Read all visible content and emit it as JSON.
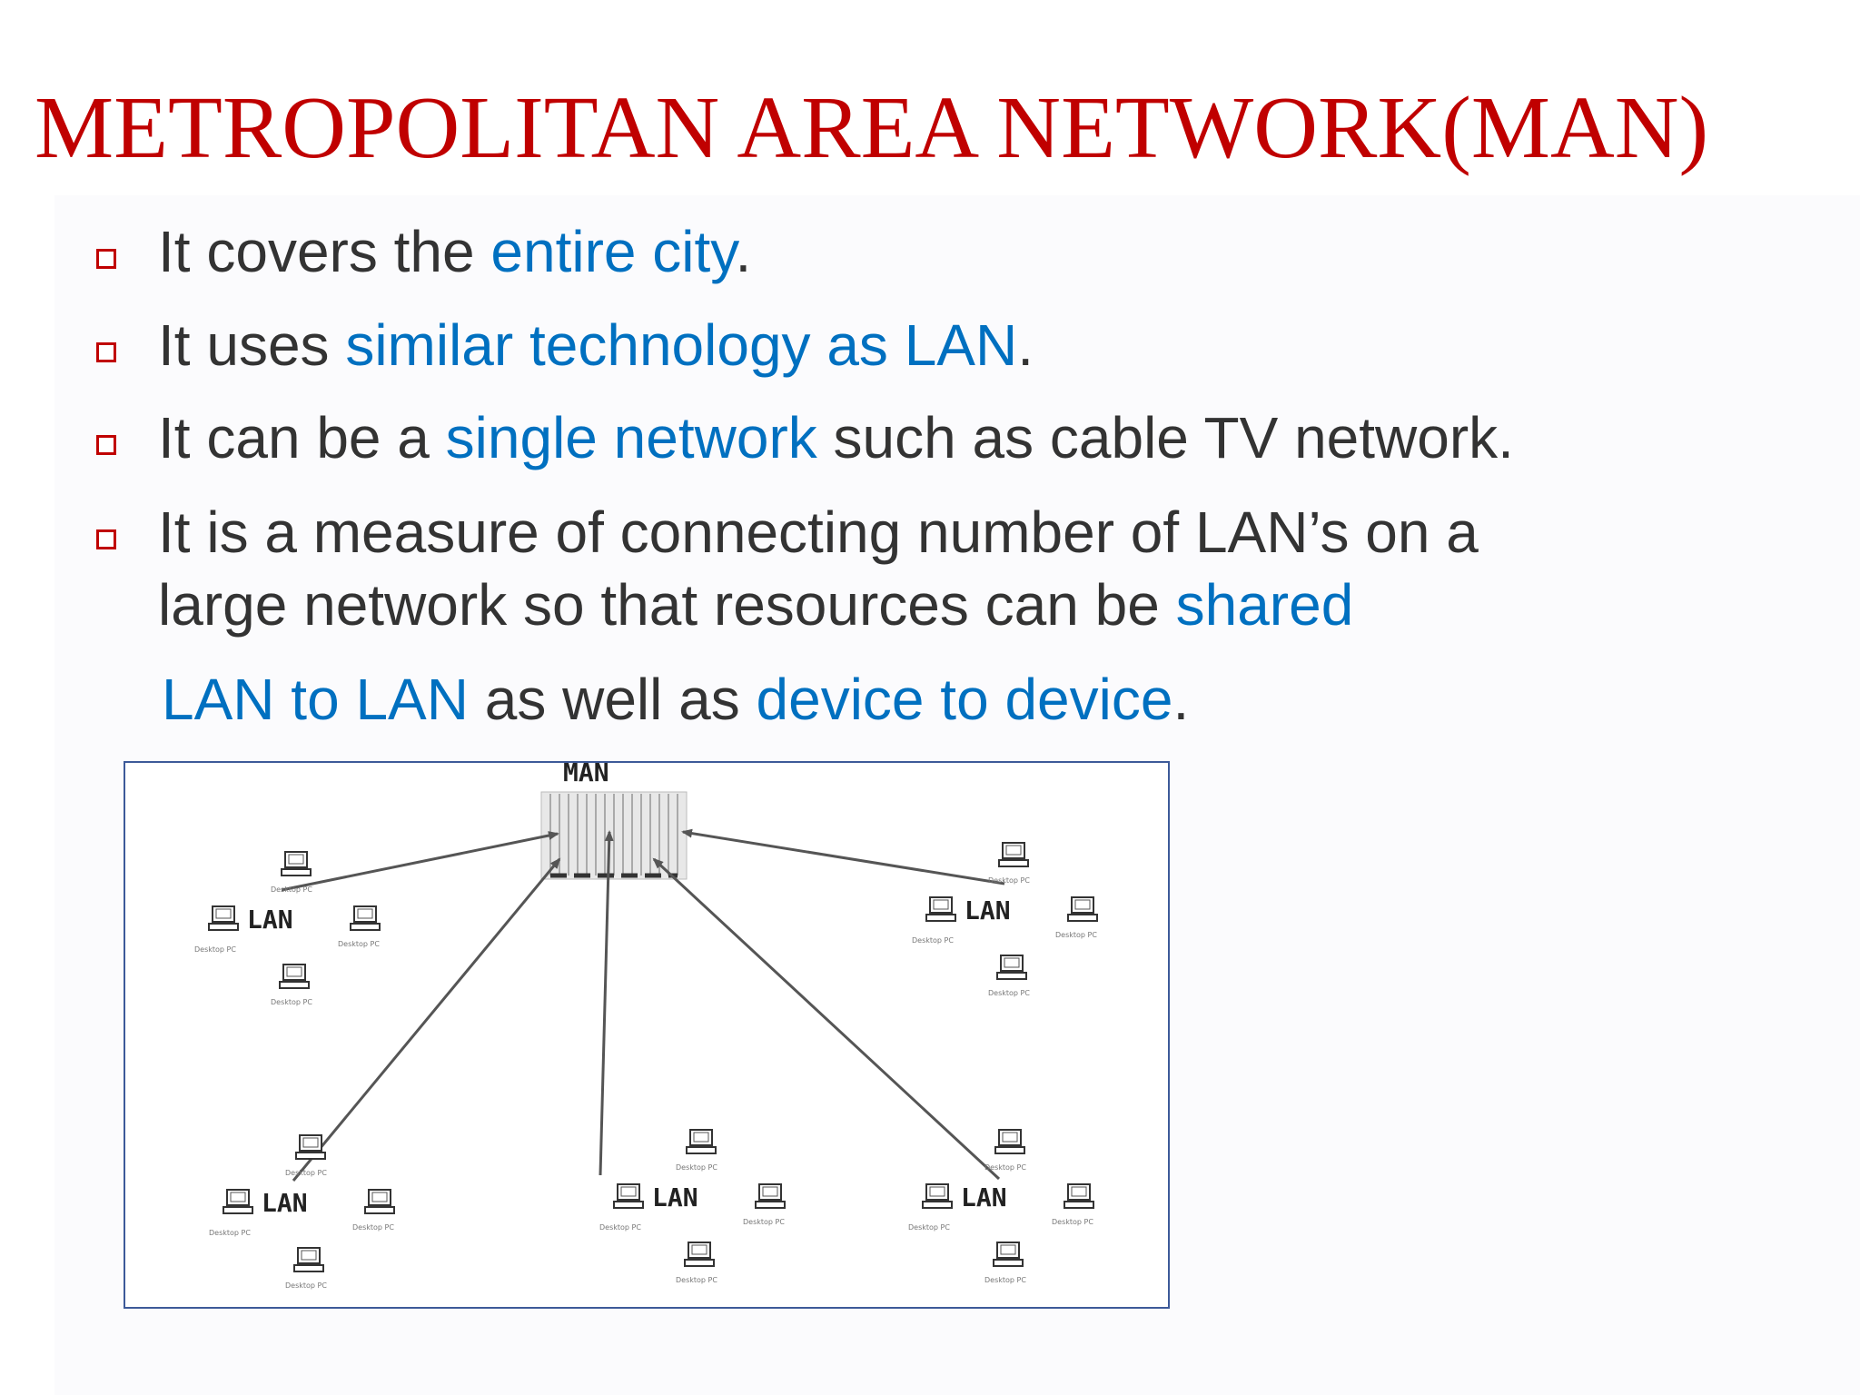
{
  "slide": {
    "title": "METROPOLITAN AREA NETWORK(MAN)",
    "bullets": [
      {
        "parts": [
          "It covers the ",
          "entire city",
          "."
        ]
      },
      {
        "parts": [
          "It uses ",
          "similar technology as LAN",
          "."
        ]
      },
      {
        "parts": [
          "It can be a ",
          "single network",
          " such as cable TV  network."
        ]
      },
      {
        "line1": "It is a measure of connecting  number of LAN’s on a",
        "line2_parts": [
          "large network so that  resources can be ",
          "shared"
        ],
        "line3_parts": [
          "LAN to LAN",
          " as well as  ",
          "device to device",
          "."
        ]
      }
    ]
  },
  "diagram": {
    "hub_label": "MAN",
    "node_label": "LAN",
    "device_caption": "Desktop PC"
  },
  "colors": {
    "title": "#c00000",
    "highlight": "#0070c0",
    "body_text": "#333333",
    "bullet_marker": "#c00000",
    "figure_border": "#3d5a99"
  }
}
